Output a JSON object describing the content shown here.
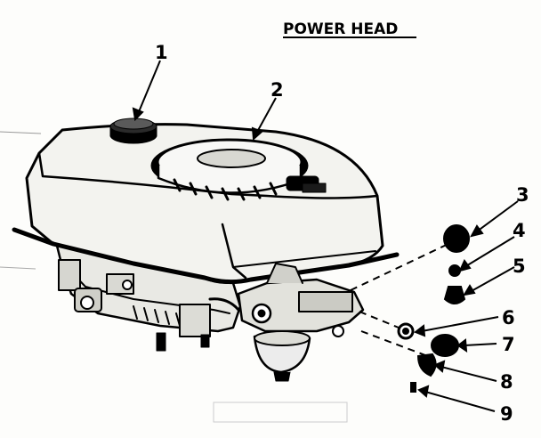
{
  "title": "POWER HEAD",
  "callouts": [
    {
      "number": "1"
    },
    {
      "number": "2"
    },
    {
      "number": "3"
    },
    {
      "number": "4"
    },
    {
      "number": "5"
    },
    {
      "number": "6"
    },
    {
      "number": "7"
    },
    {
      "number": "8"
    },
    {
      "number": "9"
    }
  ]
}
